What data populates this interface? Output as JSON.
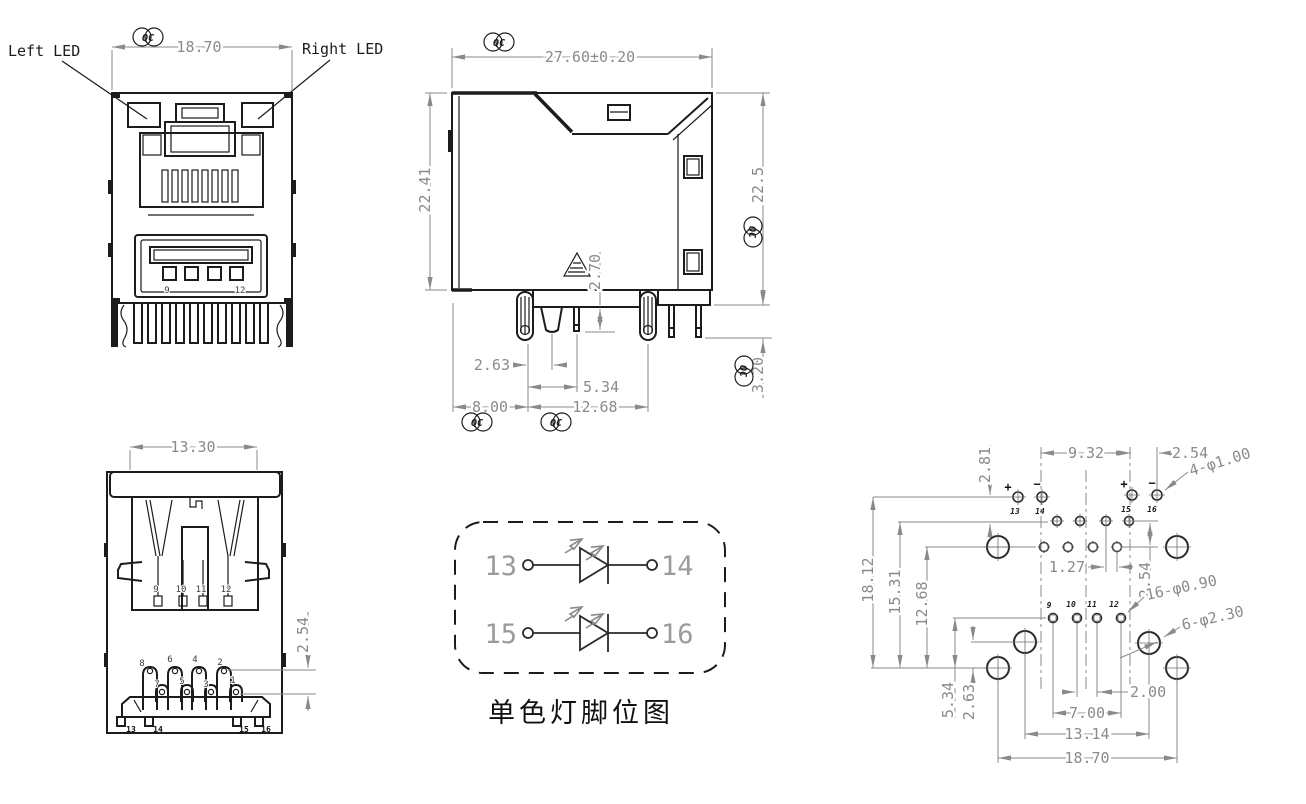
{
  "drawing": {
    "background": "#ffffff",
    "line_color": "#1c1c1c",
    "dim_color": "#8a8a8a",
    "qc_stamp": "QC"
  },
  "front_view": {
    "left_led_label": "Left LED",
    "right_led_label": "Right LED",
    "dim_width": "18.70",
    "usb_pin_first": "9",
    "usb_pin_last": "12"
  },
  "side_view": {
    "dim_overall_width": "27.60±0.20",
    "dim_body_height": "22.41",
    "dim_overall_height": "22.5",
    "dim_pin_protrusion": "2.70",
    "dim_post_to_clip": "2.63",
    "dim_pin_to_clip": "5.34",
    "dim_clip_offset": "8.00",
    "dim_clip_pitch": "12.68",
    "dim_tail_below_board": "3.20"
  },
  "rear_view": {
    "dim_shell_width": "13.30",
    "dim_row_pitch": "2.54",
    "usb_pin_labels": [
      "9",
      "10",
      "11",
      "12"
    ],
    "upper_row_labels": [
      "8",
      "6",
      "4",
      "2"
    ],
    "lower_row_labels": [
      "7",
      "5",
      "3",
      "1"
    ],
    "foot_labels": [
      "13",
      "14",
      "15",
      "16"
    ]
  },
  "led_pinout": {
    "caption": "单色灯脚位图",
    "rows": [
      {
        "left_pin": "13",
        "right_pin": "14"
      },
      {
        "left_pin": "15",
        "right_pin": "16"
      }
    ]
  },
  "pcb_footprint": {
    "dim_led_row_offset": "2.81",
    "dim_led_span": "9.32",
    "dim_led_pitch": "2.54",
    "callout_led_holes": "4-φ1.00",
    "dim_height_led_row": "18.12",
    "dim_height_row1": "15.31",
    "dim_height_row2": "12.68",
    "dim_stagger": "1.27",
    "dim_row_gap": "2.54",
    "callout_signal_holes": "16-φ0.90",
    "callout_mount_holes": "6-φ2.30",
    "dim_height_usb_row": "5.34",
    "dim_height_mid_mount": "2.63",
    "dim_usb_gap": "2.00",
    "dim_usb_span": "7.00",
    "dim_mid_mount_span": "13.14",
    "dim_outer_mount_span": "18.70",
    "plus_sign": "+",
    "minus_sign": "−",
    "led_hole_labels": [
      "13",
      "14",
      "15",
      "16"
    ],
    "usb_hole_labels": [
      "9",
      "10",
      "11",
      "12"
    ]
  }
}
